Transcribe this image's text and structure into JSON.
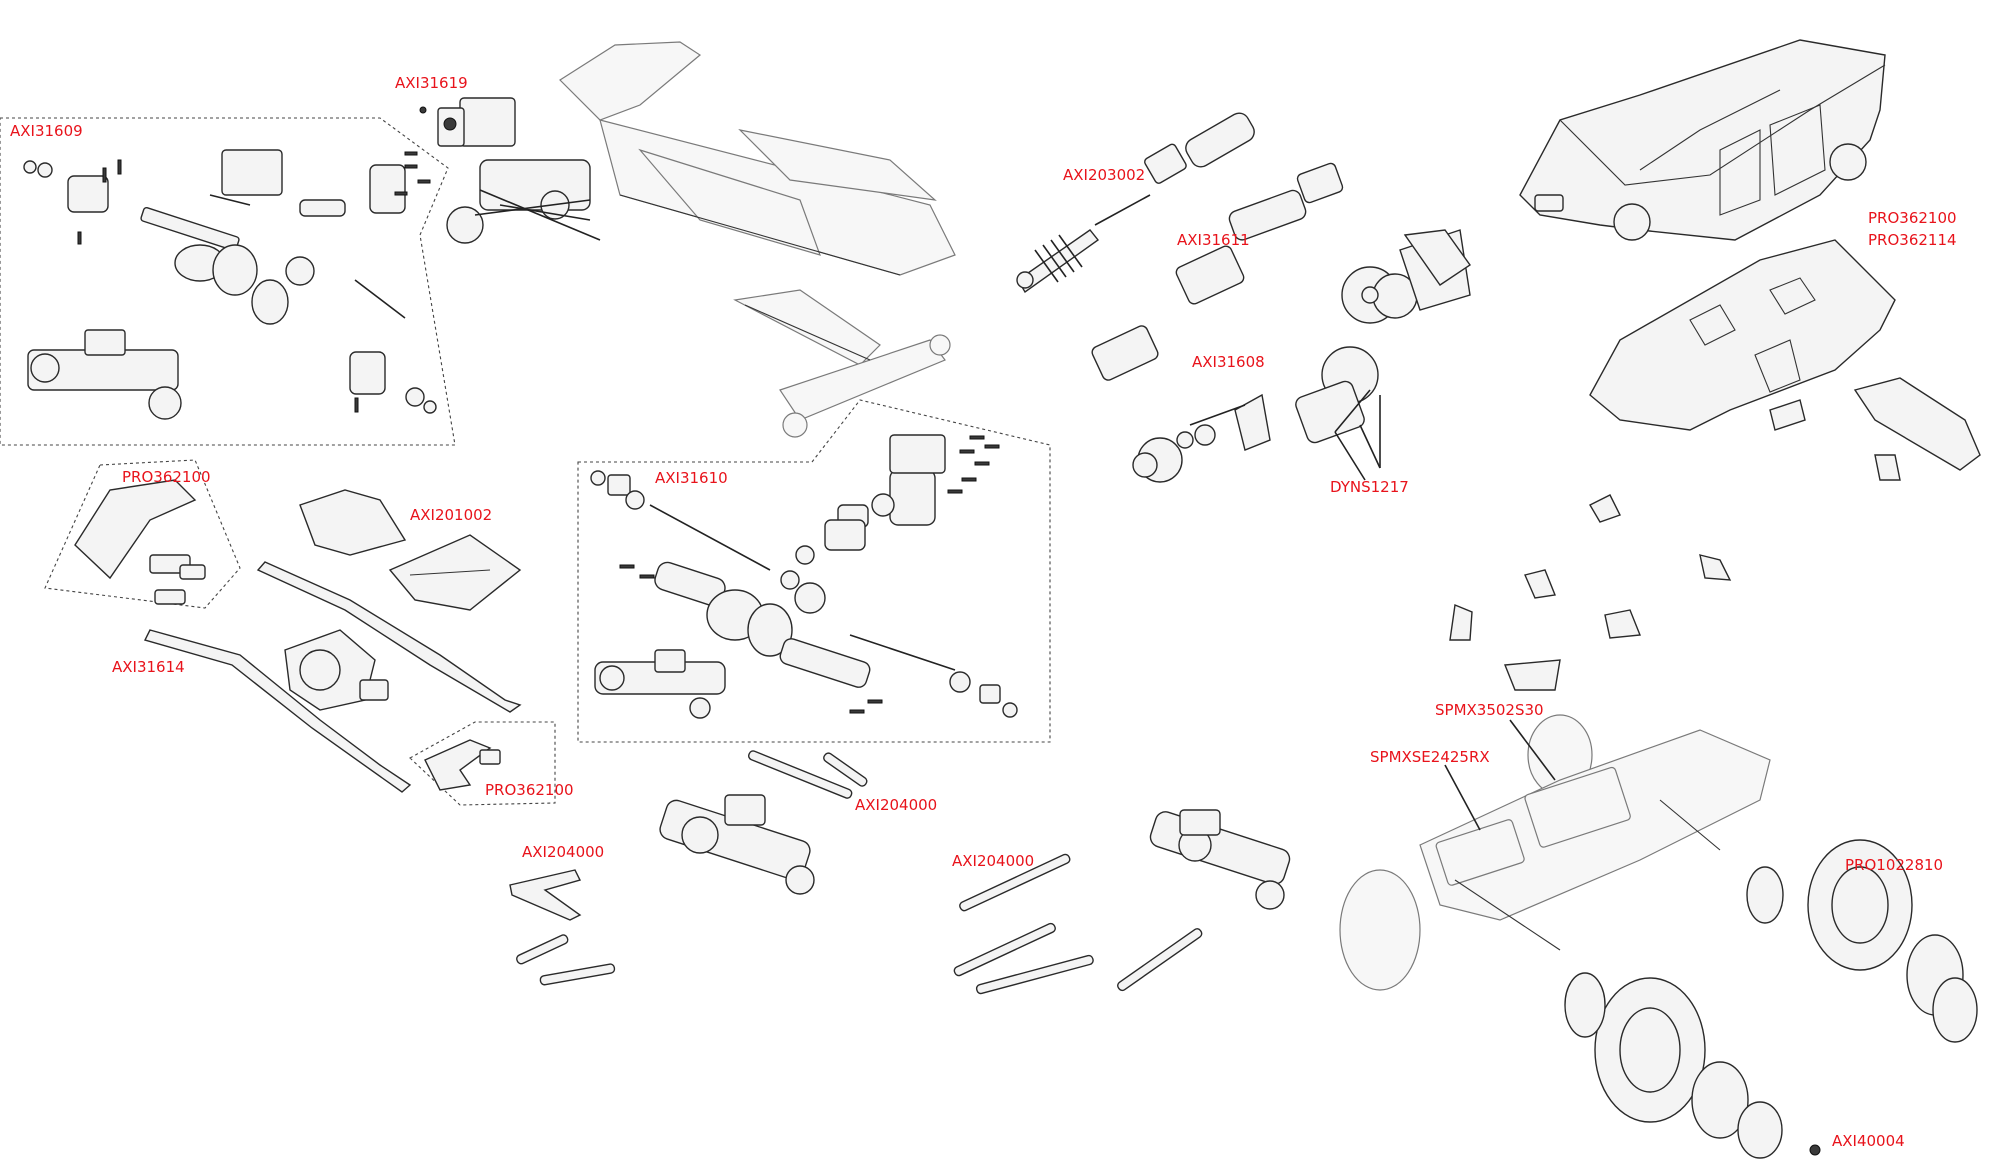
{
  "labels": {
    "axi31619": "AXI31619",
    "axi31609": "AXI31609",
    "axi203002": "AXI203002",
    "axi31611": "AXI31611",
    "pro362100_body": "PRO362100",
    "pro362114": "PRO362114",
    "axi31608": "AXI31608",
    "dyns1217": "DYNS1217",
    "pro362100_bumper": "PRO362100",
    "axi201002": "AXI201002",
    "axi31610": "AXI31610",
    "axi31614": "AXI31614",
    "pro362100_mount": "PRO362100",
    "axi204000_a": "AXI204000",
    "axi204000_b": "AXI204000",
    "axi204000_c": "AXI204000",
    "spmx3502s30": "SPMX3502S30",
    "spmxse2425rx": "SPMXSE2425RX",
    "pro1022810": "PRO1022810",
    "axi40004": "AXI40004"
  },
  "colors": {
    "label": "#e8131b",
    "line": "#222222",
    "background": "#ffffff"
  }
}
